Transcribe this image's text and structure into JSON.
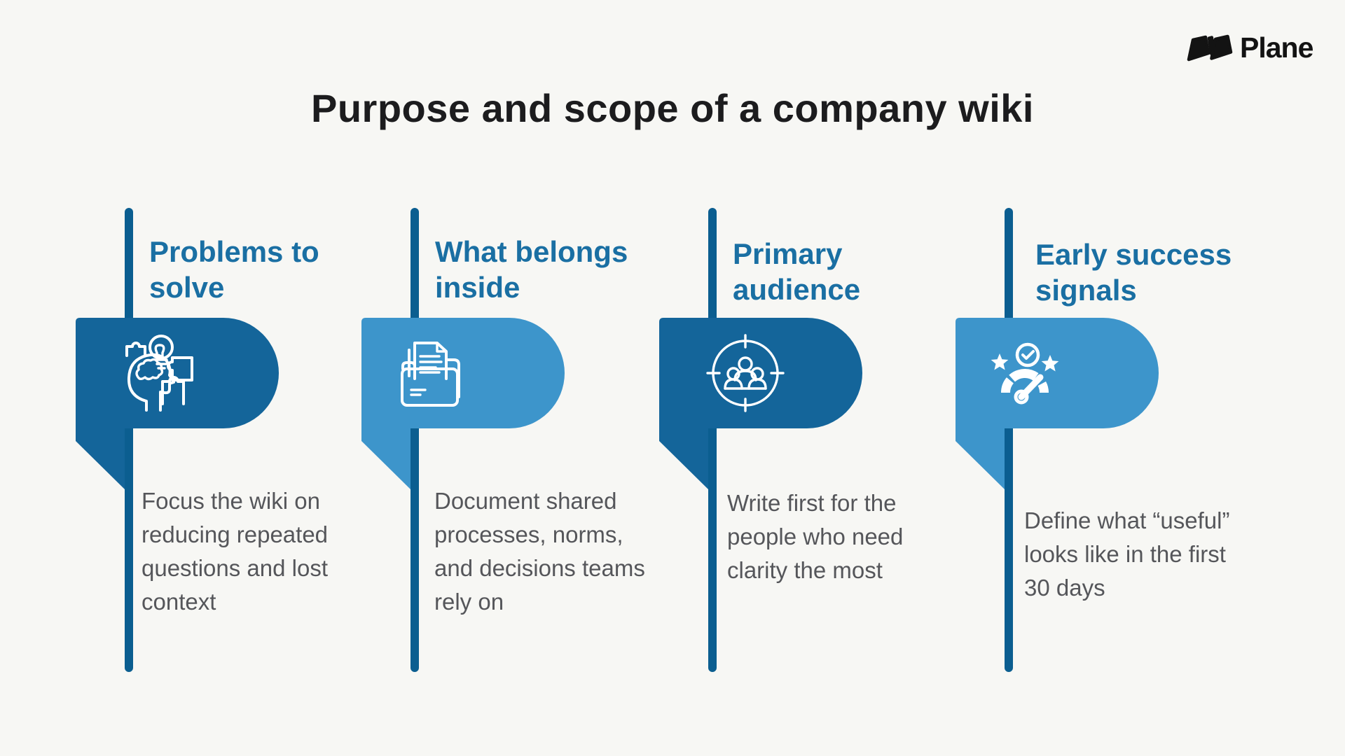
{
  "page": {
    "title": "Purpose and scope of a company wiki"
  },
  "logo": {
    "wordmark": "Plane"
  },
  "colors": {
    "bg": "#f7f7f4",
    "dark": "#14659a",
    "light": "#3d95cb",
    "line": "#0b5e90",
    "heading": "#1a6fa3",
    "desc": "#55565a",
    "title": "#1c1c1e",
    "logo": "#131313"
  },
  "columns": [
    {
      "heading": "Problems to\nsolve",
      "description": "Focus the wiki on\nreducing repeated\nquestions and lost\ncontext",
      "icon": "brain-puzzle-icon",
      "variant": "dark"
    },
    {
      "heading": "What belongs\ninside",
      "description": "Document shared\nprocesses, norms,\nand decisions teams\nrely on",
      "icon": "documents-folder-icon",
      "variant": "light"
    },
    {
      "heading": "Primary\naudience",
      "description": "Write first for the\npeople who need\nclarity the most",
      "icon": "target-audience-icon",
      "variant": "dark"
    },
    {
      "heading": "Early success\nsignals",
      "description": "Define what “useful”\nlooks like in the first\n30 days",
      "icon": "success-gauge-icon",
      "variant": "light"
    }
  ]
}
